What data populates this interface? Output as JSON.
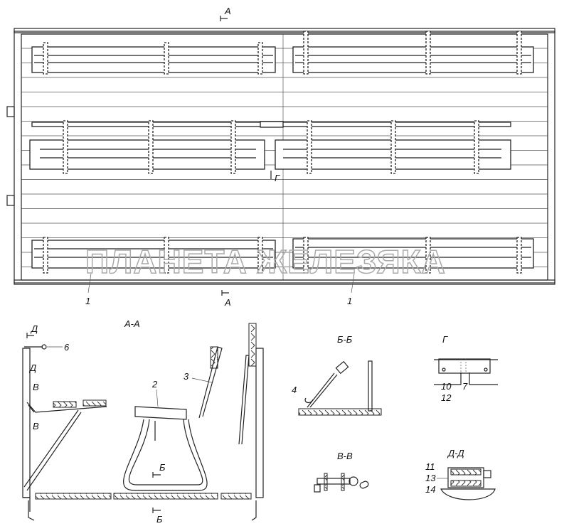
{
  "watermark": "ПЛАНЕТА ЖЕЛЕЗЯКА",
  "plan_view": {
    "section_mark_top": "А",
    "section_mark_bottom": "А",
    "view_mark": "Г",
    "callout_left": "1",
    "callout_right": "1"
  },
  "section_aa": {
    "title": "А-А",
    "mark_d_top": "Д",
    "mark_d_bottom": "Д",
    "mark_v_top": "В",
    "mark_v_bottom": "В",
    "callout_6": "6",
    "callout_2": "2",
    "callout_3": "3",
    "mark_b_top": "Б",
    "mark_b_bottom": "Б"
  },
  "section_bb": {
    "title": "Б-Б",
    "callout_4": "4"
  },
  "view_g": {
    "title": "Г",
    "callout_10": "10",
    "callout_12": "12",
    "callout_7": "7"
  },
  "section_vv": {
    "title": "В-В"
  },
  "section_dd": {
    "title": "Д-Д",
    "callout_11": "11",
    "callout_13": "13",
    "callout_14": "14"
  }
}
